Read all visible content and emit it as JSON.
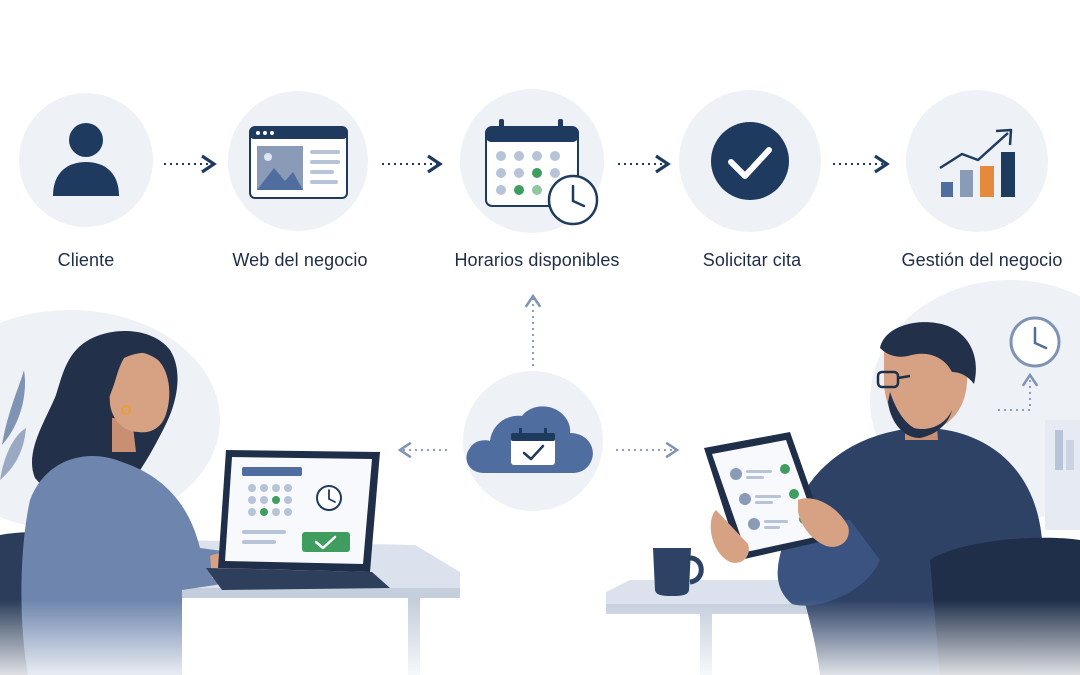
{
  "steps": [
    {
      "label": "Cliente",
      "icon": "person-icon"
    },
    {
      "label": "Web del negocio",
      "icon": "browser-window-icon"
    },
    {
      "label": "Horarios disponibles",
      "icon": "calendar-clock-icon"
    },
    {
      "label": "Solicitar cita",
      "icon": "checkmark-icon"
    },
    {
      "label": "Gestión del negocio",
      "icon": "growth-chart-icon"
    }
  ],
  "hub": {
    "icon": "cloud-calendar-icon"
  },
  "colors": {
    "navy": "#1f3a5f",
    "accent_blue": "#4f6d9e",
    "green": "#3f9d5f",
    "orange": "#e58a3a",
    "circle_bg": "#eef1f6"
  }
}
